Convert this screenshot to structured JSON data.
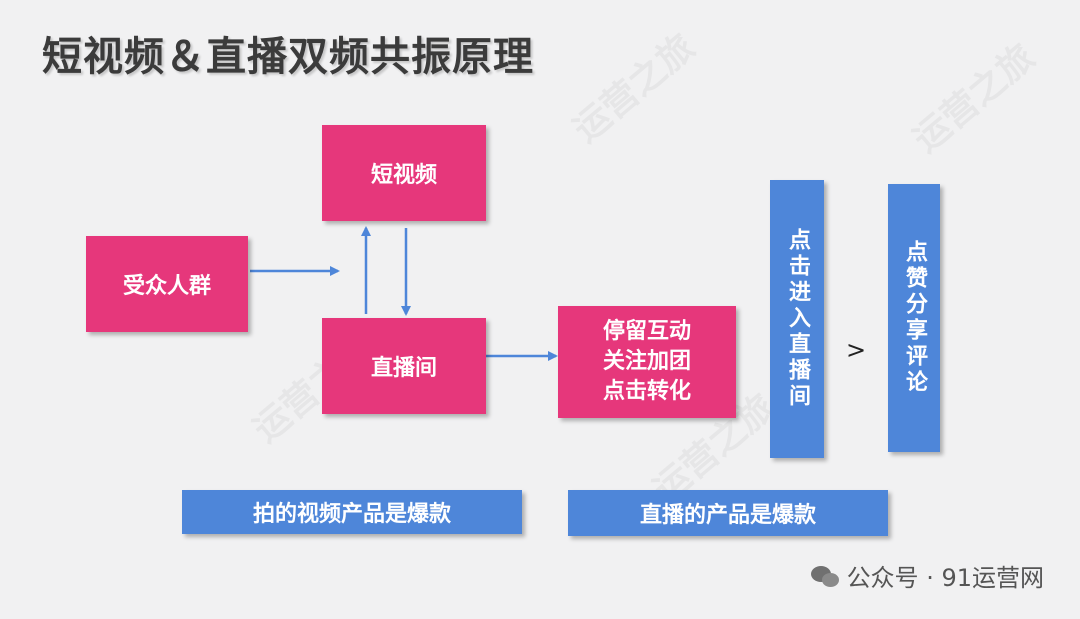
{
  "title": "短视频＆直播双频共振原理",
  "nodes": {
    "audience": "受众人群",
    "short_video": "短视频",
    "live_room": "直播间",
    "actions": [
      "停留互动",
      "关注加团",
      "点击转化"
    ],
    "enter_live": "点击进入直播间",
    "engage": "点赞分享评论"
  },
  "separator": ">",
  "bars": {
    "video_product": "拍的视频产品是爆款",
    "live_product": "直播的产品是爆款"
  },
  "watermark": {
    "source": "公众号 · 91运营网",
    "background_text": "运营之旅"
  },
  "colors": {
    "pink": "#e6377b",
    "blue": "#4e86d9",
    "arrow": "#4e86d9"
  }
}
